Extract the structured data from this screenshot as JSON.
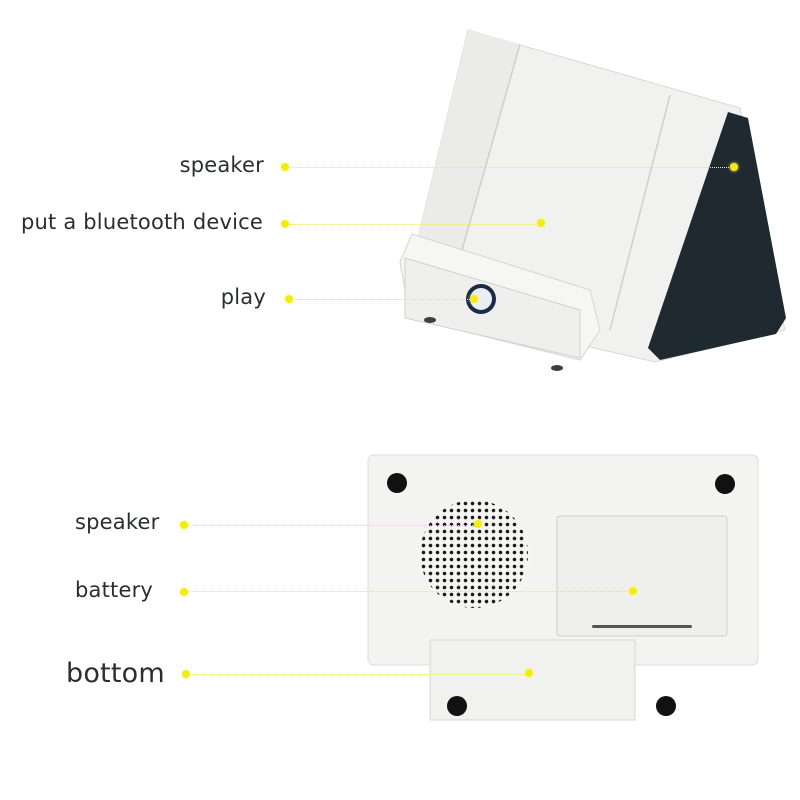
{
  "top_view": {
    "callouts": [
      {
        "label": "speaker"
      },
      {
        "label": "put a bluetooth device"
      },
      {
        "label": "play"
      }
    ]
  },
  "bottom_view": {
    "callouts": [
      {
        "label": "speaker"
      },
      {
        "label": "battery"
      },
      {
        "label": "bottom"
      }
    ]
  },
  "colors": {
    "callout_line": "#f4ef2a",
    "speaker_face": "#1f2a30",
    "body": "#f4f4f2"
  }
}
